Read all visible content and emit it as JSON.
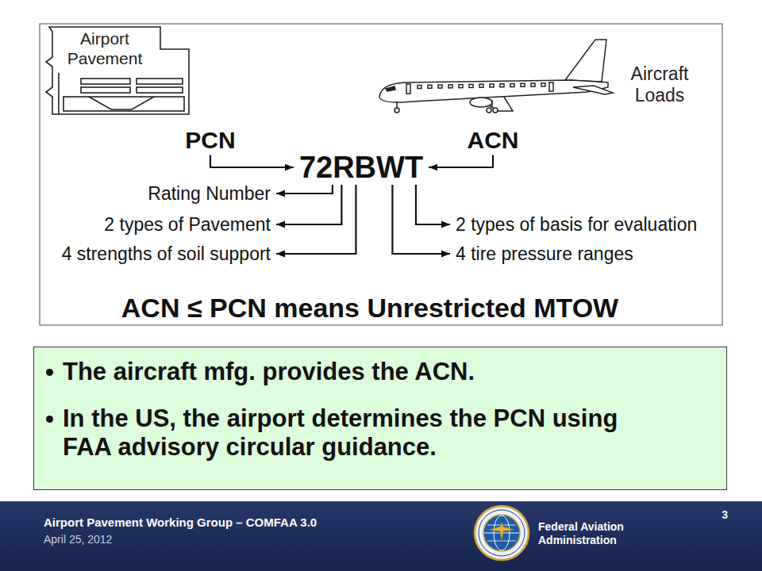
{
  "diagram": {
    "nodes": [
      {
        "text": [
          "PCN"
        ]
      },
      {
        "text": [
          "72RBWT"
        ]
      },
      {
        "text": [
          "ACN"
        ]
      },
      {
        "text": [
          "Rating Number"
        ]
      },
      {
        "text": [
          "2 types of Pavement"
        ]
      },
      {
        "text": [
          "4 strengths of soil support"
        ]
      },
      {
        "text": [
          "2 types of basis for evaluation"
        ]
      },
      {
        "text": [
          "4 tire pressure ranges"
        ]
      },
      {
        "text": [
          "The aircraft mfg. provides the ACN.",
          "In the US, the airport determines the PCN using FAA advisory circular guidance."
        ]
      }
    ],
    "edges": [
      {
        "from": 0,
        "to": 1,
        "arrow": "to"
      },
      {
        "from": 2,
        "to": 1,
        "arrow": "to"
      },
      {
        "from": 1,
        "to": 3,
        "arrow": "to"
      },
      {
        "from": 1,
        "to": 4,
        "arrow": "to"
      },
      {
        "from": 1,
        "to": 5,
        "arrow": "to"
      },
      {
        "from": 1,
        "to": 6,
        "arrow": "to"
      },
      {
        "from": 1,
        "to": 7,
        "arrow": "to"
      }
    ],
    "labels": [
      "Airport Pavement",
      "Aircraft Loads",
      "ACN ≤ PCN means Unrestricted MTOW",
      "Airport Pavement Working Group – COMFAA 3.0",
      "April 25, 2012",
      "3",
      "Federal Aviation Administration"
    ]
  }
}
